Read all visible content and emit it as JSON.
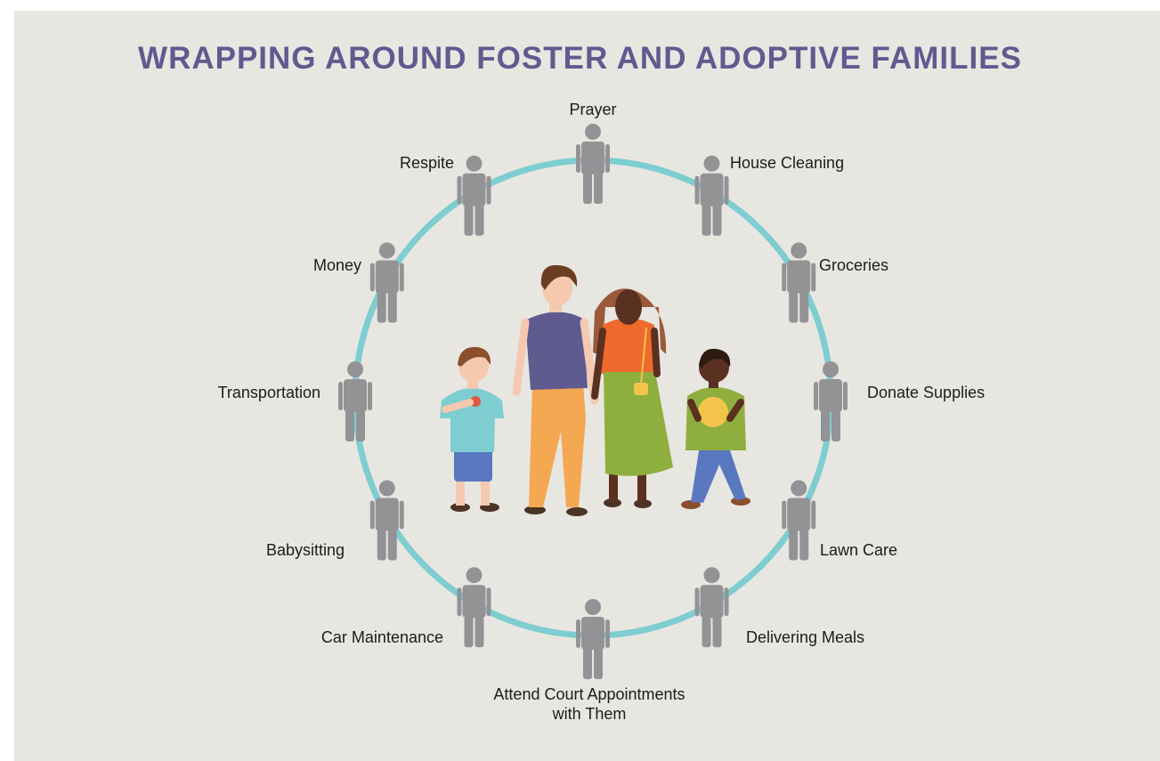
{
  "title": "WRAPPING AROUND FOSTER AND ADOPTIVE FAMILIES",
  "colors": {
    "background": "#e8e6e1",
    "title": "#5f5b8f",
    "ring": "#7ecdd0",
    "supporter": "#939396"
  },
  "supports": [
    {
      "label": "Prayer"
    },
    {
      "label": "House Cleaning"
    },
    {
      "label": "Groceries"
    },
    {
      "label": "Donate Supplies"
    },
    {
      "label": "Lawn Care"
    },
    {
      "label": "Delivering Meals"
    },
    {
      "label": "Attend Court Appointments",
      "label2": "with Them"
    },
    {
      "label": "Car Maintenance"
    },
    {
      "label": "Babysitting"
    },
    {
      "label": "Transportation"
    },
    {
      "label": "Money"
    },
    {
      "label": "Respite"
    }
  ],
  "family": [
    {
      "name": "boy-child"
    },
    {
      "name": "father"
    },
    {
      "name": "mother"
    },
    {
      "name": "girl-child"
    }
  ]
}
